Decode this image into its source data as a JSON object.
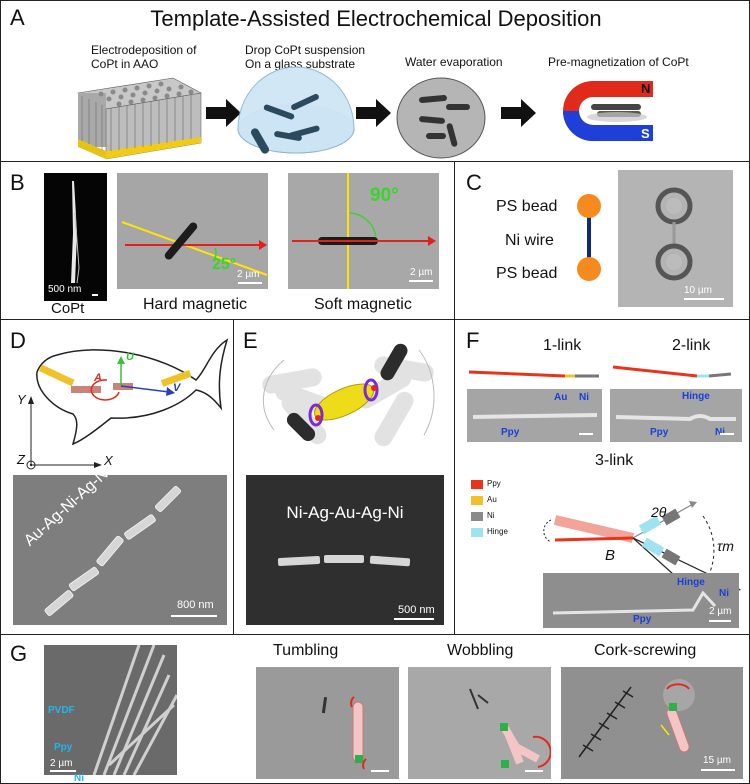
{
  "A": {
    "label": "A",
    "title": "Template-Assisted Electrochemical Deposition",
    "steps": [
      "Electrodeposition of\nCoPt in AAO",
      "Drop CoPt suspension\nOn a glass substrate",
      "Water evaporation",
      "Pre-magnetization of CoPt"
    ],
    "magnet_n": "N",
    "magnet_s": "S"
  },
  "B": {
    "label": "B",
    "scale1": "500 nm",
    "scale2": "2 µm",
    "scale3": "2 µm",
    "cap1": "CoPt",
    "cap2": "Hard magnetic",
    "cap3": "Soft magnetic",
    "angle1": "25°",
    "angle2": "90°"
  },
  "C": {
    "label": "C",
    "bead_top": "PS bead",
    "wire": "Ni wire",
    "bead_bottom": "PS bead",
    "scale": "10 µm"
  },
  "D": {
    "label": "D",
    "axis_y": "Y",
    "axis_z": "Z",
    "axis_x": "X",
    "vec_u": "U",
    "vec_a": "A",
    "vec_v": "V",
    "composition": "Au-Ag-Ni-Ag-Ni-Ag-Au",
    "scale": "800 nm"
  },
  "E": {
    "label": "E",
    "composition": "Ni-Ag-Au-Ag-Ni",
    "scale": "500 nm"
  },
  "F": {
    "label": "F",
    "link1": "1-link",
    "link2": "2-link",
    "link3": "3-link",
    "au": "Au",
    "ni": "Ni",
    "ppy": "Ppy",
    "hinge": "Hinge",
    "legend": [
      "Ppy",
      "Au",
      "Ni",
      "Hinge"
    ],
    "theta": "2θ",
    "tau": "τm",
    "b": "B",
    "scale": "2 µm"
  },
  "G": {
    "label": "G",
    "pvdf": "PVDF",
    "ppy": "Ppy",
    "ni": "Ni",
    "scale1": "2 µm",
    "tumbling": "Tumbling",
    "wobbling": "Wobbling",
    "cork": "Cork-screwing",
    "scale2": "15 µm"
  },
  "colors": {
    "ppy": "#e8341c",
    "au": "#f0c22a",
    "ni": "#8a8a8a",
    "hinge": "#9ee3ef",
    "bead": "#f58a1f",
    "blue_label": "#1a3fd8",
    "cyan_label": "#1fb7ea"
  }
}
